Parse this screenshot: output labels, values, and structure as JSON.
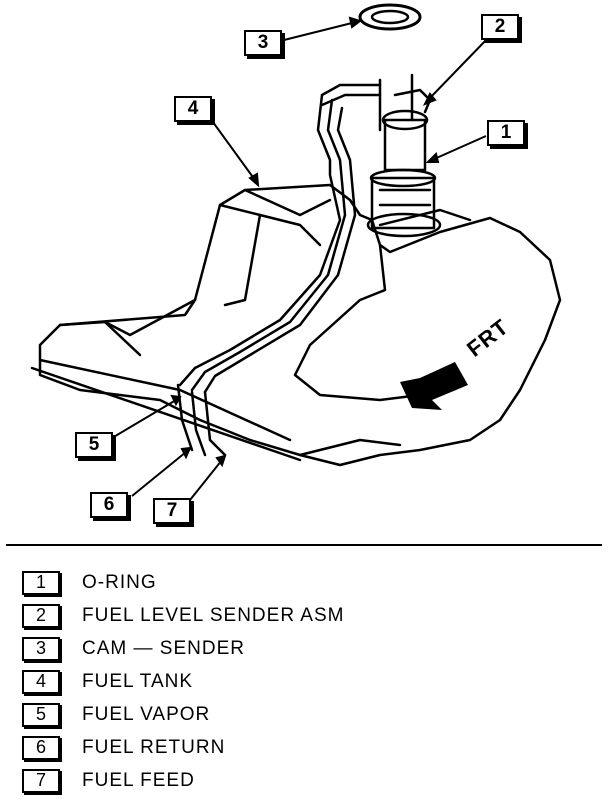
{
  "diagram": {
    "callouts": [
      "1",
      "2",
      "3",
      "4",
      "5",
      "6",
      "7"
    ],
    "direction_label": "FRT"
  },
  "legend": [
    {
      "number": "1",
      "label": "O-RING"
    },
    {
      "number": "2",
      "label": "FUEL LEVEL SENDER ASM"
    },
    {
      "number": "3",
      "label": "CAM — SENDER"
    },
    {
      "number": "4",
      "label": "FUEL TANK"
    },
    {
      "number": "5",
      "label": "FUEL VAPOR"
    },
    {
      "number": "6",
      "label": "FUEL RETURN"
    },
    {
      "number": "7",
      "label": "FUEL FEED"
    }
  ]
}
